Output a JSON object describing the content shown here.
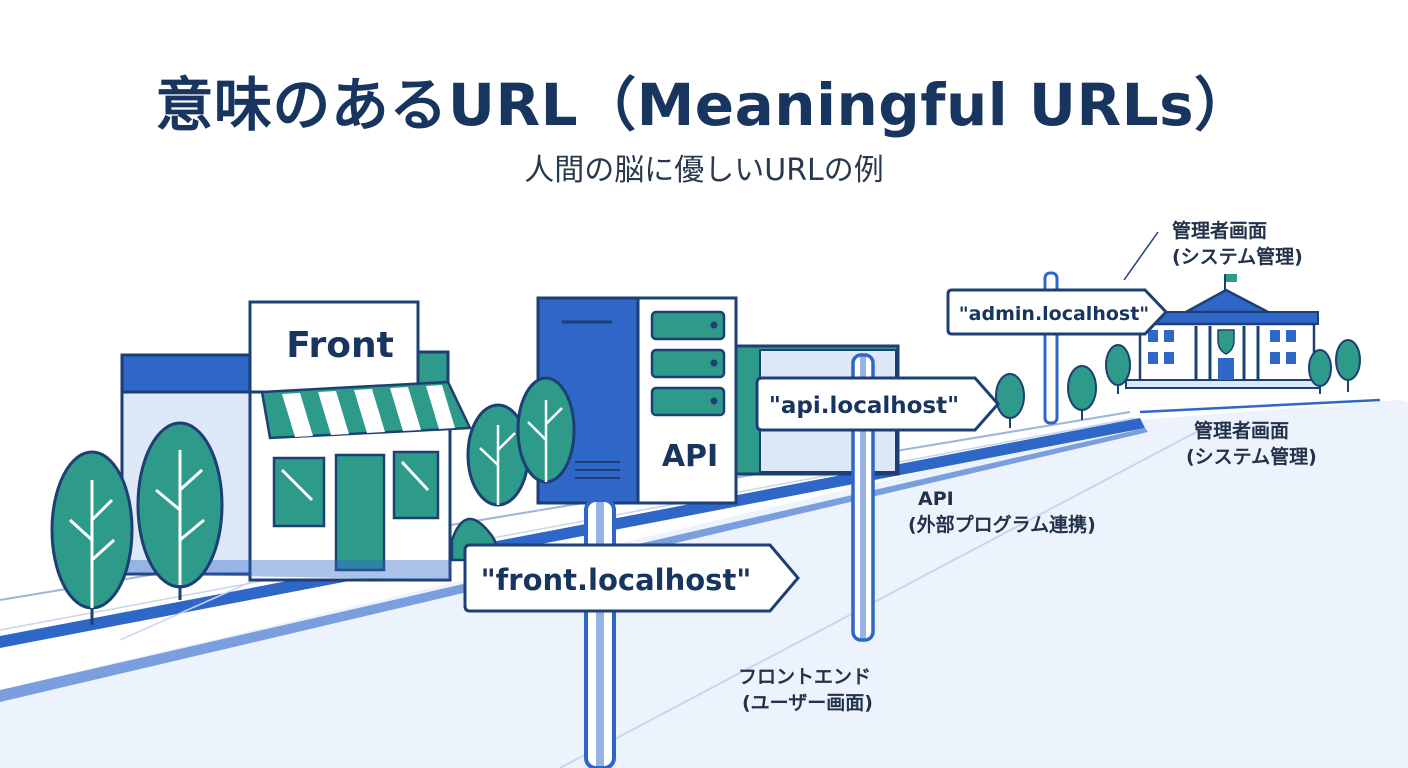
{
  "title": "意味のあるURL（Meaningful URLs）",
  "subtitle": "人間の脳に優しいURLの例",
  "buildings": {
    "front_label": "Front",
    "api_label": "API"
  },
  "signs": {
    "front": "\"front.localhost\"",
    "api": "\"api.localhost\"",
    "admin": "\"admin.localhost\""
  },
  "descriptions": {
    "admin_top": {
      "line1": "管理者画面",
      "line2": "(システム管理)"
    },
    "admin_mid": {
      "line1": "管理者画面",
      "line2": "(システム管理)"
    },
    "api": {
      "line1": "API",
      "line2": "(外部プログラム連携)"
    },
    "front": {
      "line1": "フロントエンド",
      "line2": "(ユーザー画面)"
    }
  },
  "colors": {
    "navy": "#17355e",
    "blue": "#2f67c9",
    "teal": "#2d9a8a",
    "light_blue": "#dde8f8",
    "road": "#edf3fc"
  }
}
